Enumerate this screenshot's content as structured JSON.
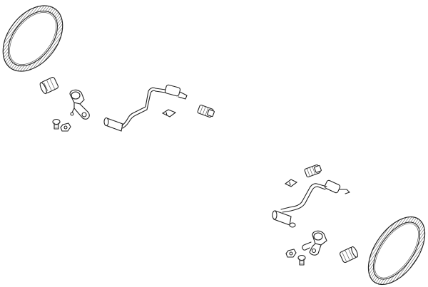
{
  "diagram": {
    "line_color": "#222222",
    "background": "#ffffff",
    "assemblies": [
      {
        "name": "upper-left-assembly",
        "parts": [
          "tone-ring",
          "sleeve",
          "bracket",
          "screw",
          "nut",
          "sensor-cable",
          "clip",
          "connector"
        ]
      },
      {
        "name": "lower-right-assembly",
        "parts": [
          "tone-ring",
          "sleeve",
          "bracket",
          "screw",
          "nut",
          "sensor-cable",
          "clip",
          "connector"
        ]
      }
    ]
  }
}
